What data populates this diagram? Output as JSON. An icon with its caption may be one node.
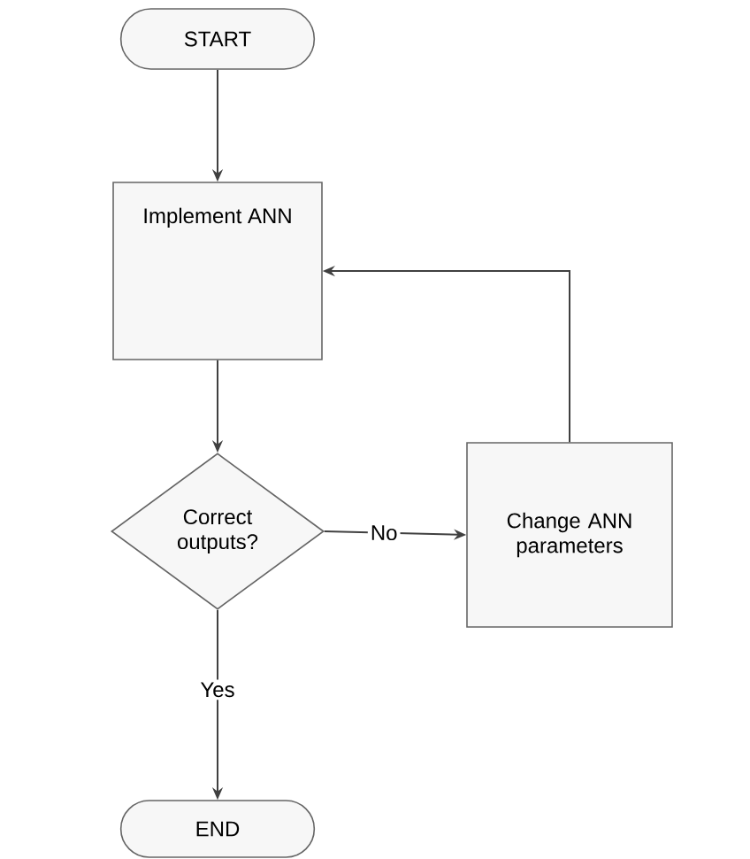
{
  "diagram": {
    "nodes": [
      {
        "text": [
          "START"
        ]
      },
      {
        "text": [
          "Implement ANN"
        ]
      },
      {
        "text": [
          "Correct outputs?"
        ]
      },
      {
        "text": [
          "Change ANN parameters"
        ]
      },
      {
        "text": [
          "END"
        ]
      }
    ],
    "edges": [
      {
        "from": 0,
        "to": 1,
        "arrow": "to"
      },
      {
        "from": 1,
        "to": 2,
        "arrow": "to"
      },
      {
        "from": 2,
        "to": 3,
        "arrow": "to",
        "label": "No"
      },
      {
        "from": 3,
        "to": 1,
        "arrow": "to"
      },
      {
        "from": 2,
        "to": 4,
        "arrow": "to",
        "label": "Yes"
      }
    ]
  }
}
